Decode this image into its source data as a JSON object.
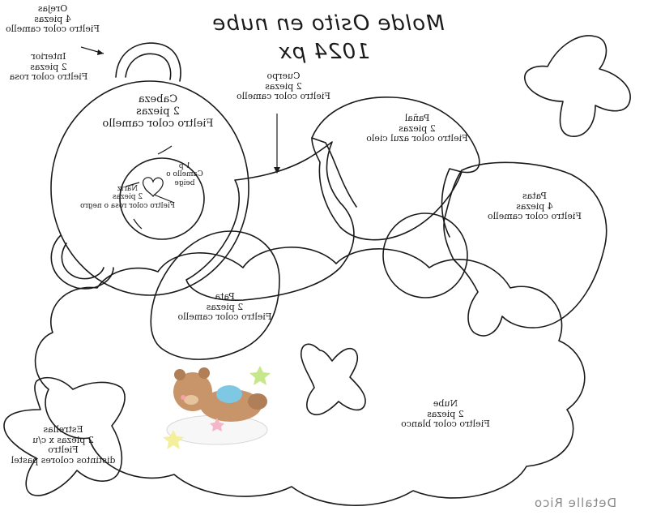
{
  "title": {
    "line1": "Molde Osito en nube",
    "line2": "1024 px"
  },
  "labels": {
    "orejas": "Orejas\n4 piezas\nFieltro color camello",
    "interior": "Interior\n2 piezas\nFieltro color rosa",
    "cabeza": "Cabeza\n2 piezas\nFieltro color camello",
    "cuerpo": "Cuerpo\n2 piezas\nFieltro color camello",
    "panal": "Pañal\n2 piezas\nFieltro color azul cielo",
    "patas": "Patas\n4 piezas\nFieltro color camello",
    "nariz_cut": "1 p\nCamello o\nbeige",
    "nariz": "Nariz\n2 piezas\nFieltro color rosa o negro",
    "pata": "Pata\n2 piezas\nFieltro color camello",
    "estrellas": "Estrellas\n2 piezas x c/u\nFieltro\ndistintos colores pastel",
    "nube": "Nube\n2 piezas\nFieltro color blanco"
  },
  "watermark": "Detalle Rico",
  "colors": {
    "line": "#1a1a1a",
    "bear": "#c8946a",
    "diaper": "#7ec8e3",
    "star_green": "#c6e88a",
    "star_yellow": "#f3ef9a",
    "star_pink": "#f4b6c8",
    "watermark": "#8a8a8a"
  }
}
